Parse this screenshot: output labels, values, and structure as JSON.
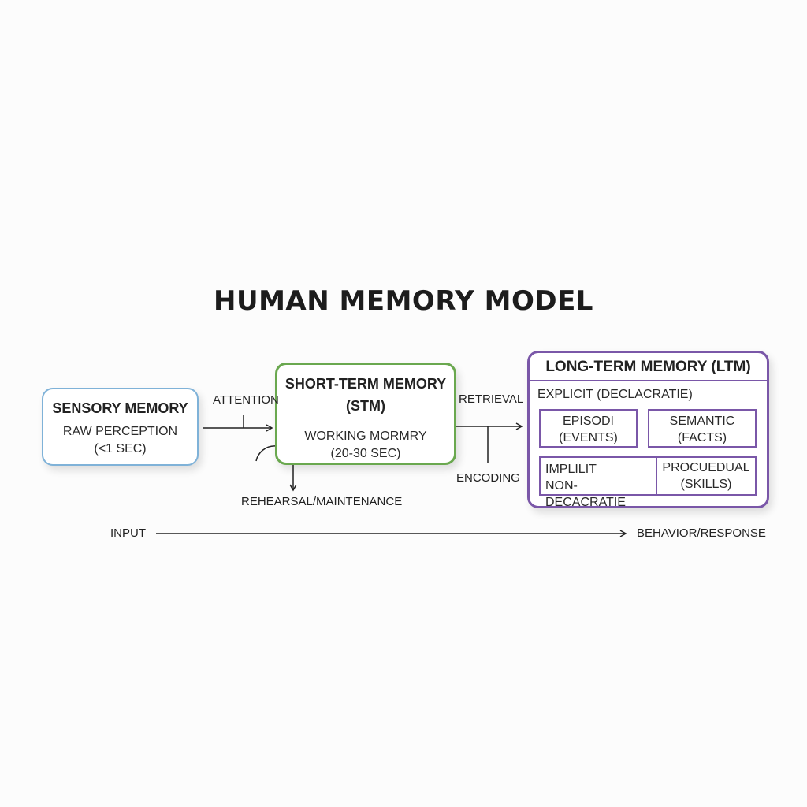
{
  "title": "HUMAN MEMORY MODEL",
  "colors": {
    "sensory_border": "#7fb2d8",
    "stm_border": "#6aa84f",
    "ltm_border": "#7a57a8",
    "text": "#1e1e1e",
    "background": "#fcfcfc"
  },
  "sensory": {
    "title": "SENSORY MEMORY",
    "line1": "RAW PERCEPTION",
    "line2": "(<1 SEC)"
  },
  "stm": {
    "title_line1": "SHORT-TERM MEMORY",
    "title_line2": "(STM)",
    "line1": "WORKING MORMRY",
    "line2": "(20-30 SEC)"
  },
  "ltm": {
    "title": "LONG-TERM MEMORY (LTM)",
    "explicit": "EXPLICIT (DECLACRATIE)",
    "episodic": {
      "line1": "EPISODI",
      "line2": "(EVENTS)"
    },
    "semantic": {
      "line1": "SEMANTIC",
      "line2": "(FACTS)"
    },
    "implicit": {
      "line1": "IMPLILIT",
      "line2": "NON-DECACRATIE"
    },
    "procedural": {
      "line1": "PROCUEDUAL",
      "line2": "(SKILLS)"
    }
  },
  "arrows": {
    "attention": "ATTENTION",
    "retrieval": "RETRIEVAL",
    "encoding": "ENCODING",
    "rehearsal": "REHEARSAL/MAINTENANCE",
    "input": "INPUT",
    "output": "BEHAVIOR/RESPONSE"
  }
}
